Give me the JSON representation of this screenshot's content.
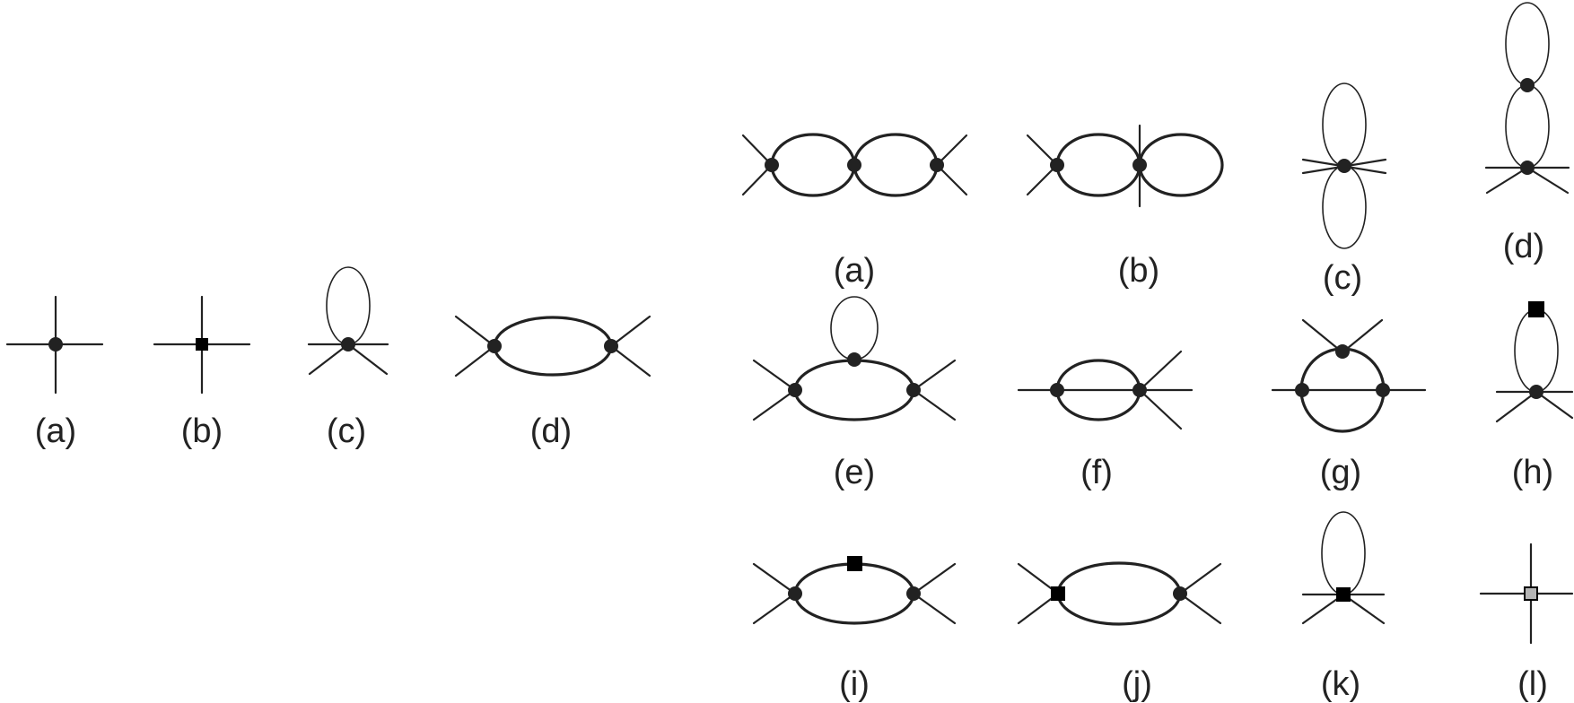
{
  "figure": {
    "left_panel": {
      "labels": [
        "(a)",
        "(b)",
        "(c)",
        "(d)"
      ]
    },
    "right_panel": {
      "labels": [
        "(a)",
        "(b)",
        "(c)",
        "(d)",
        "(e)",
        "(f)",
        "(g)",
        "(h)",
        "(i)",
        "(j)",
        "(k)",
        "(l)"
      ]
    }
  },
  "colors": {
    "line": "#222222",
    "vertex": "#222222",
    "counterterm_vertex": "#000000",
    "gray_vertex": "#b4b4b4",
    "background": "#ffffff"
  }
}
